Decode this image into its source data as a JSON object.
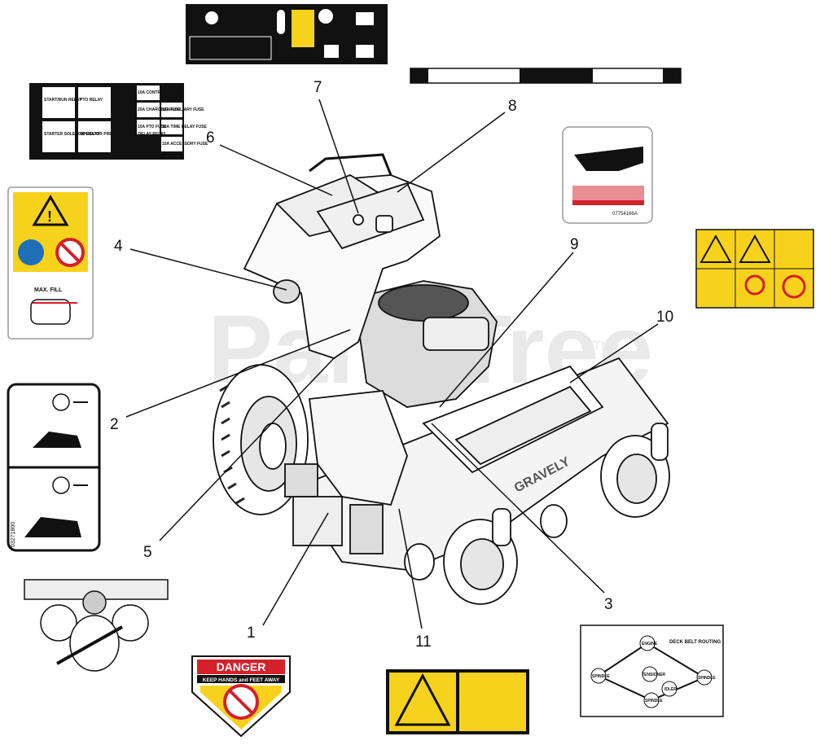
{
  "watermark": "TM",
  "callouts": [
    "1",
    "2",
    "3",
    "4",
    "5",
    "6",
    "7",
    "8",
    "9",
    "10",
    "11"
  ],
  "relay_decal": {
    "start_run_relay": "START/RUN RELAY",
    "pto_relay": "PTO RELAY",
    "starter_solenoid_relay": "STARTER SOLENOID RELAY",
    "operator_presence_relay": "OPERATOR PRESENCE TIME DELAY RELAY",
    "fuse_controls": "10A CONTROLS FUSE",
    "fuse_charging": "20A CHARGING FUSE",
    "fuse_auxiliary": "15A AUXILIARY FUSE",
    "fuse_pto": "10A PTO FUSE",
    "fuse_time_delay": "10A TIME DELAY FUSE",
    "fuse_accessory": "15A ACCESSORY FUSE"
  },
  "fuel_decal": {
    "max_fill": "MAX. FILL"
  },
  "hand_decal": {
    "part_no": "07754166A"
  },
  "lever_decal": {
    "part_no": "03271800"
  },
  "danger_decal": {
    "title": "DANGER",
    "subtitle": "KEEP HANDS and FEET AWAY"
  },
  "belt_decal": {
    "title": "DECK BELT ROUTING",
    "engine": "ENGINE",
    "spindle_left": "SPINDLE",
    "spindle_right": "SPINDLE",
    "spindle_bottom": "SPINDLE",
    "tensioner": "TENSIONER",
    "idler": "IDLER"
  },
  "mower": {
    "brand": "GRAVELY"
  },
  "colors": {
    "warning_yellow": "#f7d21c",
    "danger_red": "#d3202a",
    "prohibit_red": "#d3202a",
    "mandatory_blue": "#1f6fb8"
  }
}
